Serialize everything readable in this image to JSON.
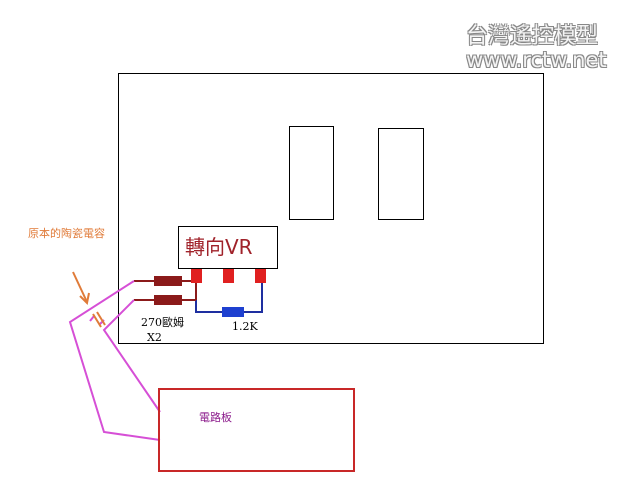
{
  "watermark": {
    "title": "台灣遙控模型",
    "url": "www.rctw.net"
  },
  "labels": {
    "vr": "轉向VR",
    "ceramic_cap_note": "原本的陶瓷電容",
    "resistor_value": "270歐姆",
    "resistor_count": "X2",
    "resistor_1k2": "1.2K",
    "pcb": "電路板"
  },
  "colors": {
    "board_outline": "#000000",
    "vr_text": "#a0222a",
    "vr_pins": "#e02020",
    "resistor_body": "#8b1a1a",
    "resistor_1k2": "#1e40d0",
    "wire_blue": "#1e2fa0",
    "wire_pink": "#d64fd6",
    "note_orange": "#e07b39",
    "pcb_border": "#c82828",
    "pcb_text": "#8b1a8b"
  }
}
